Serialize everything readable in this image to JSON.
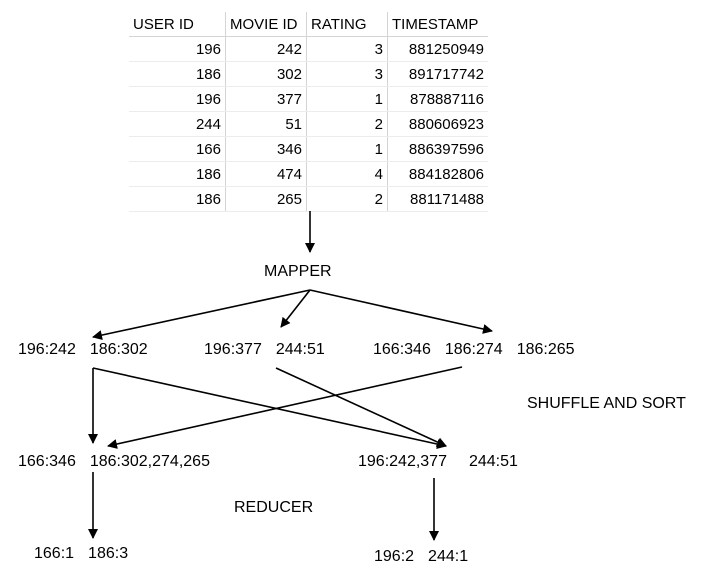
{
  "table": {
    "headers": [
      "USER ID",
      "MOVIE ID",
      "RATING",
      "TIMESTAMP"
    ],
    "rows": [
      [
        "196",
        "242",
        "3",
        "881250949"
      ],
      [
        "186",
        "302",
        "3",
        "891717742"
      ],
      [
        "196",
        "377",
        "1",
        "878887116"
      ],
      [
        "244",
        "51",
        "2",
        "880606923"
      ],
      [
        "166",
        "346",
        "1",
        "886397596"
      ],
      [
        "186",
        "474",
        "4",
        "884182806"
      ],
      [
        "186",
        "265",
        "2",
        "881171488"
      ]
    ]
  },
  "stages": {
    "mapper": "MAPPER",
    "shuffle": "SHUFFLE AND SORT",
    "reducer": "REDUCER"
  },
  "mapper_outputs": [
    [
      "196:242",
      "186:302"
    ],
    [
      "196:377",
      "244:51"
    ],
    [
      "166:346",
      "186:274",
      "186:265"
    ]
  ],
  "shuffle_outputs": [
    [
      "166:346",
      "186:302,274,265"
    ],
    [
      "196:242,377",
      "244:51"
    ]
  ],
  "reducer_outputs": [
    [
      "166:1",
      "186:3"
    ],
    [
      "196:2",
      "244:1"
    ]
  ]
}
